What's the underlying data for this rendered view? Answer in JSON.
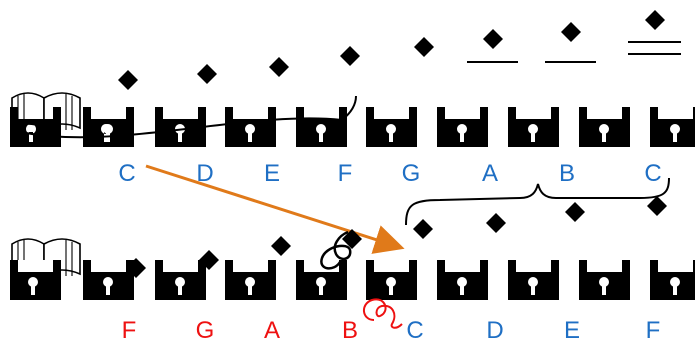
{
  "colors": {
    "blue": "#1f6fc4",
    "red": "#ee1111",
    "orange": "#e07a1a",
    "black": "#000000"
  },
  "icons": {
    "slot": "floppy-disk-icon",
    "note": "diamond-note-icon",
    "book": "open-book-icon",
    "clef": "g-clef-icon",
    "leo": "leo-sign-icon"
  },
  "top_row": {
    "labels": [
      "C",
      "D",
      "E",
      "F",
      "G",
      "A",
      "B",
      "C"
    ],
    "label_color": "blue",
    "ledger_lines": [
      0,
      0,
      0,
      0,
      0,
      1,
      1,
      2
    ]
  },
  "bottom_row": {
    "labels": [
      "F",
      "G",
      "A",
      "B",
      "C",
      "D",
      "E",
      "F"
    ],
    "label_colors": [
      "red",
      "red",
      "red",
      "red",
      "blue",
      "blue",
      "blue",
      "blue"
    ]
  }
}
